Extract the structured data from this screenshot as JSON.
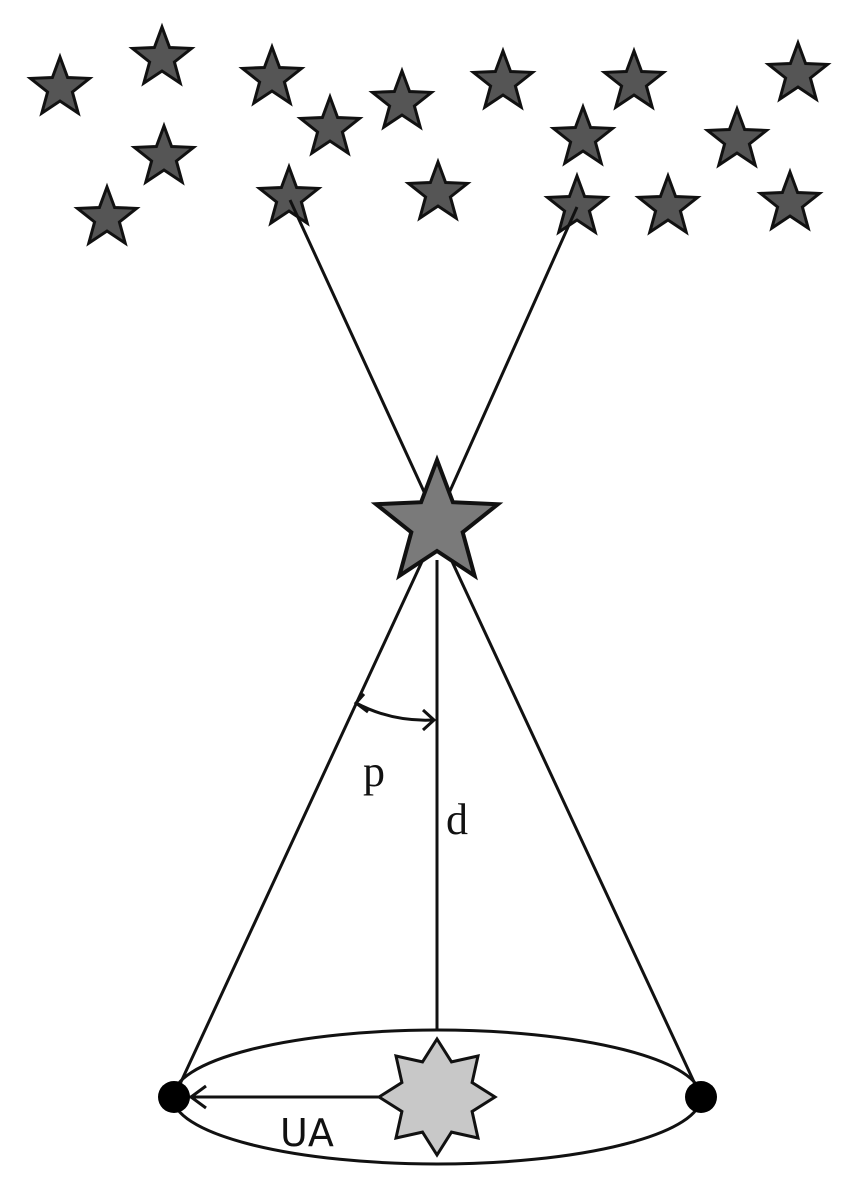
{
  "labels": {
    "parallax_angle": "p",
    "distance": "d",
    "astronomical_unit": "UA"
  },
  "colors": {
    "background_star_fill": "#555555",
    "target_star_fill": "#7a7a7a",
    "sun_fill": "#c8c8c8",
    "stroke": "#111111",
    "earth_position_fill": "#000000"
  },
  "icons": {
    "background_star": "star-icon",
    "target_star": "star-icon",
    "sun": "sun-icon",
    "earth_position": "earth-position-dot"
  }
}
